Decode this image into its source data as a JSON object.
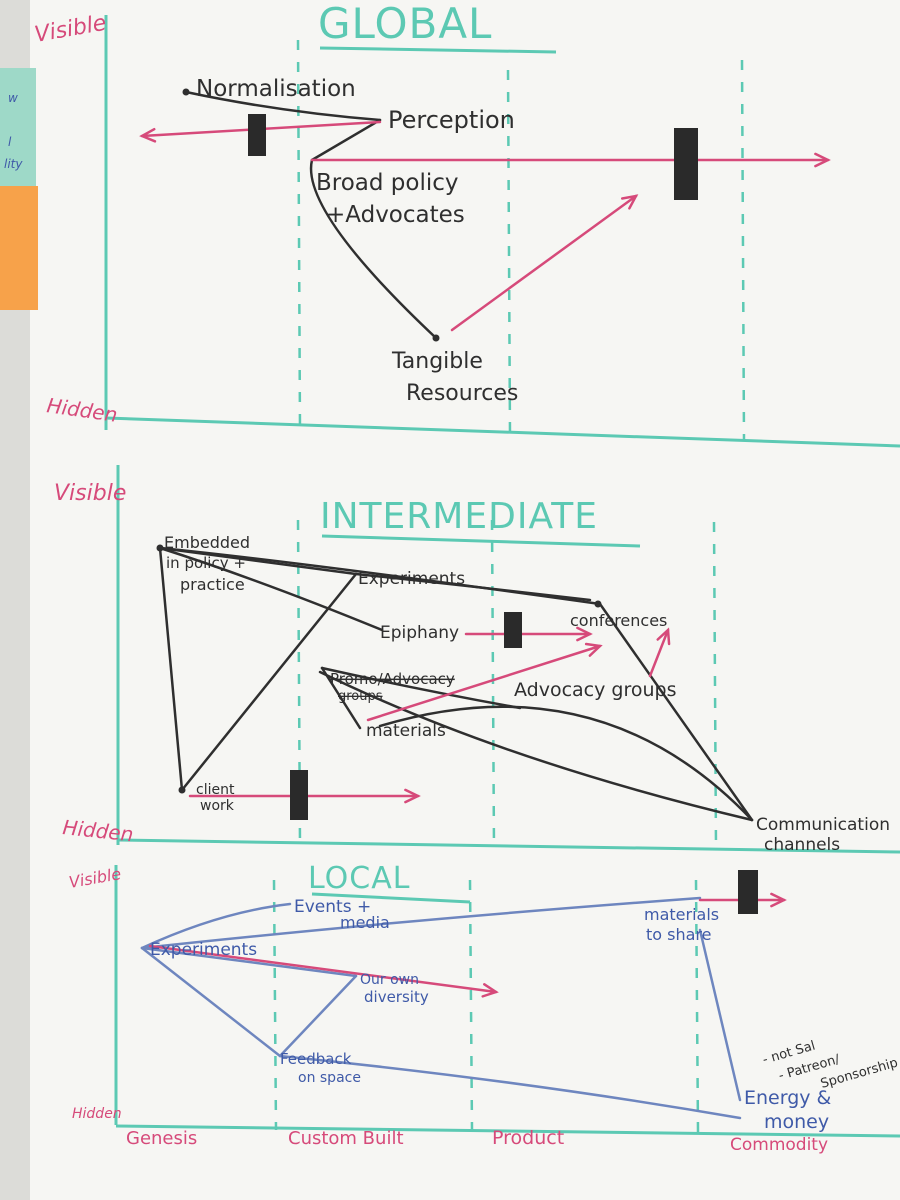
{
  "colors": {
    "axis": "#5cc9b3",
    "title": "#5cc9b3",
    "visibility_label": "#d64a7a",
    "stage_label": "#d64a7a",
    "black_link": "#2f2f2f",
    "pink_arrow": "#d64a7a",
    "blue_text": "#3f5aa8",
    "blue_link": "#6e86bf",
    "inertia_block": "#2a2a2a",
    "paper": "#f6f6f3",
    "sticky_note_green": "#9ed9c8",
    "sticky_note_orange": "#f7a24a"
  },
  "maps": [
    {
      "title": "GLOBAL",
      "y_axis_top": "Visible",
      "y_axis_bottom": "Hidden",
      "components": [
        {
          "id": "normalisation",
          "lines": [
            "Normalisation"
          ]
        },
        {
          "id": "perception",
          "lines": [
            "Perception"
          ]
        },
        {
          "id": "broad_policy",
          "lines": [
            "Broad policy",
            "+Advocates"
          ]
        },
        {
          "id": "tangible",
          "lines": [
            "Tangible",
            "Resources"
          ]
        }
      ]
    },
    {
      "title": "INTERMEDIATE",
      "y_axis_top": "Visible",
      "y_axis_bottom": "Hidden",
      "components": [
        {
          "id": "embedded",
          "lines": [
            "Embedded",
            "in policy +",
            "practice"
          ]
        },
        {
          "id": "experiments",
          "lines": [
            "Experiments"
          ]
        },
        {
          "id": "epiphany",
          "lines": [
            "Epiphany"
          ]
        },
        {
          "id": "conferences",
          "lines": [
            "conferences"
          ]
        },
        {
          "id": "promo",
          "lines": [
            "Promo/Advocacy",
            "groups"
          ],
          "struck_through": true
        },
        {
          "id": "advocacy_groups",
          "lines": [
            "Advocacy groups"
          ]
        },
        {
          "id": "materials",
          "lines": [
            "materials"
          ]
        },
        {
          "id": "client_work",
          "lines": [
            "client",
            "work"
          ]
        },
        {
          "id": "comm_channels",
          "lines": [
            "Communication",
            "channels"
          ]
        }
      ]
    },
    {
      "title": "LOCAL",
      "y_axis_top": "Visible",
      "y_axis_bottom": "Hidden",
      "components": [
        {
          "id": "events_media",
          "lines": [
            "Events +",
            "media"
          ]
        },
        {
          "id": "experiments_local",
          "lines": [
            "Experiments"
          ]
        },
        {
          "id": "our_own_diversity",
          "lines": [
            "Our own",
            "diversity"
          ]
        },
        {
          "id": "feedback",
          "lines": [
            "Feedback",
            "on space"
          ]
        },
        {
          "id": "materials_to_share",
          "lines": [
            "materials",
            "to share"
          ]
        },
        {
          "id": "not_sal",
          "lines": [
            "- not Sal",
            "- Patreon/",
            "Sponsorship"
          ]
        },
        {
          "id": "energy_money",
          "lines": [
            "Energy &",
            "money"
          ]
        }
      ]
    }
  ],
  "x_axis_stages": [
    "Genesis",
    "Custom Built",
    "Product",
    "Commodity"
  ]
}
